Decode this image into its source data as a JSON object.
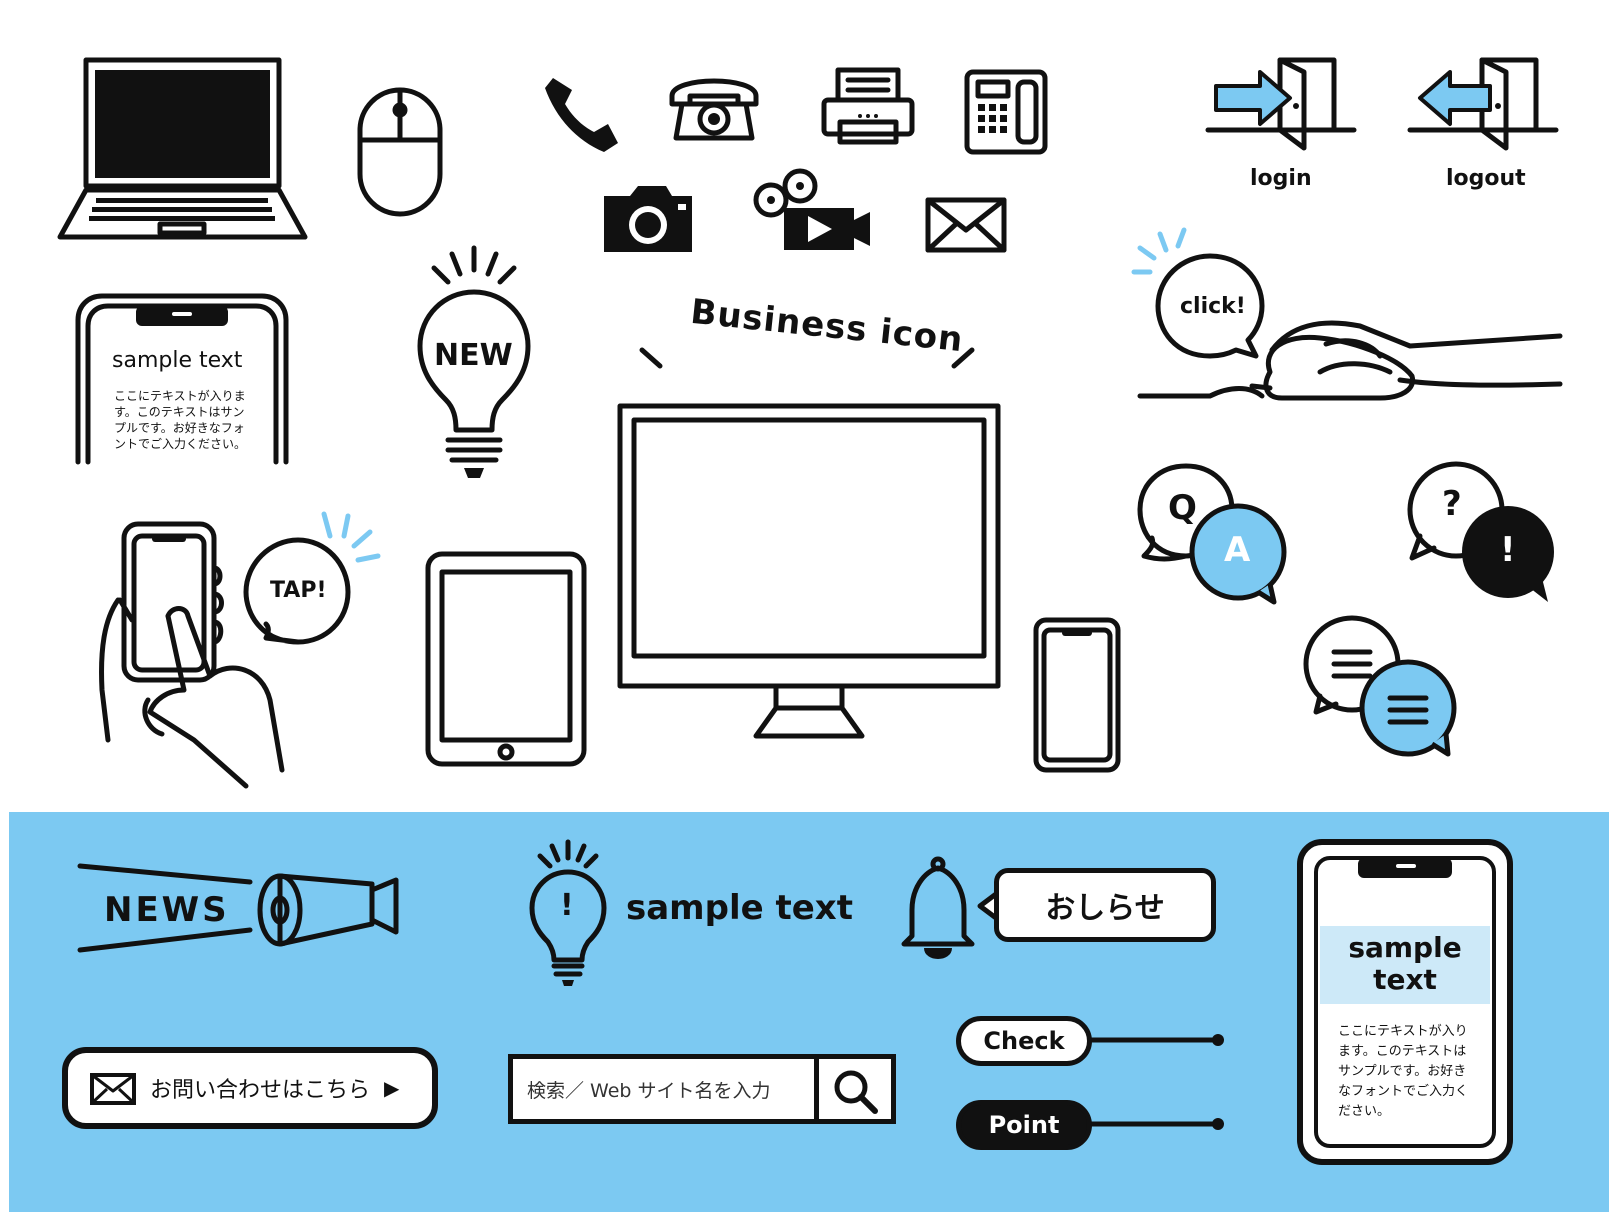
{
  "doors": {
    "login_label": "login",
    "logout_label": "logout"
  },
  "mouse_click": {
    "bubble_label": "click!"
  },
  "lightbulb_new": {
    "label": "NEW"
  },
  "phone_card": {
    "title": "sample text",
    "body": "ここにテキストが入ります。このテキストはサンプルです。お好きなフォントでご入力ください。"
  },
  "tap": {
    "bubble_label": "TAP!"
  },
  "monitor_heading": "Business icon",
  "qa": {
    "q_label": "Q",
    "a_label": "A",
    "question_mark": "?",
    "exclamation": "!"
  },
  "banner": {
    "news_label": "NEWS",
    "tip_text": "sample text",
    "tip_exclamation": "!",
    "notice_label": "おしらせ",
    "contact_label": "お問い合わせはこちら",
    "contact_arrow": "▶",
    "search_placeholder": "検索／ Web サイト名を入力",
    "check_label": "Check",
    "point_label": "Point",
    "phone_title": "sample text",
    "phone_body": "ここにテキストが入ります。このテキストはサンプルです。お好きなフォントでご入力ください。"
  },
  "colors": {
    "accent_blue": "#7cc9f2",
    "ink": "#111111",
    "highlight": "#cde9f8"
  }
}
